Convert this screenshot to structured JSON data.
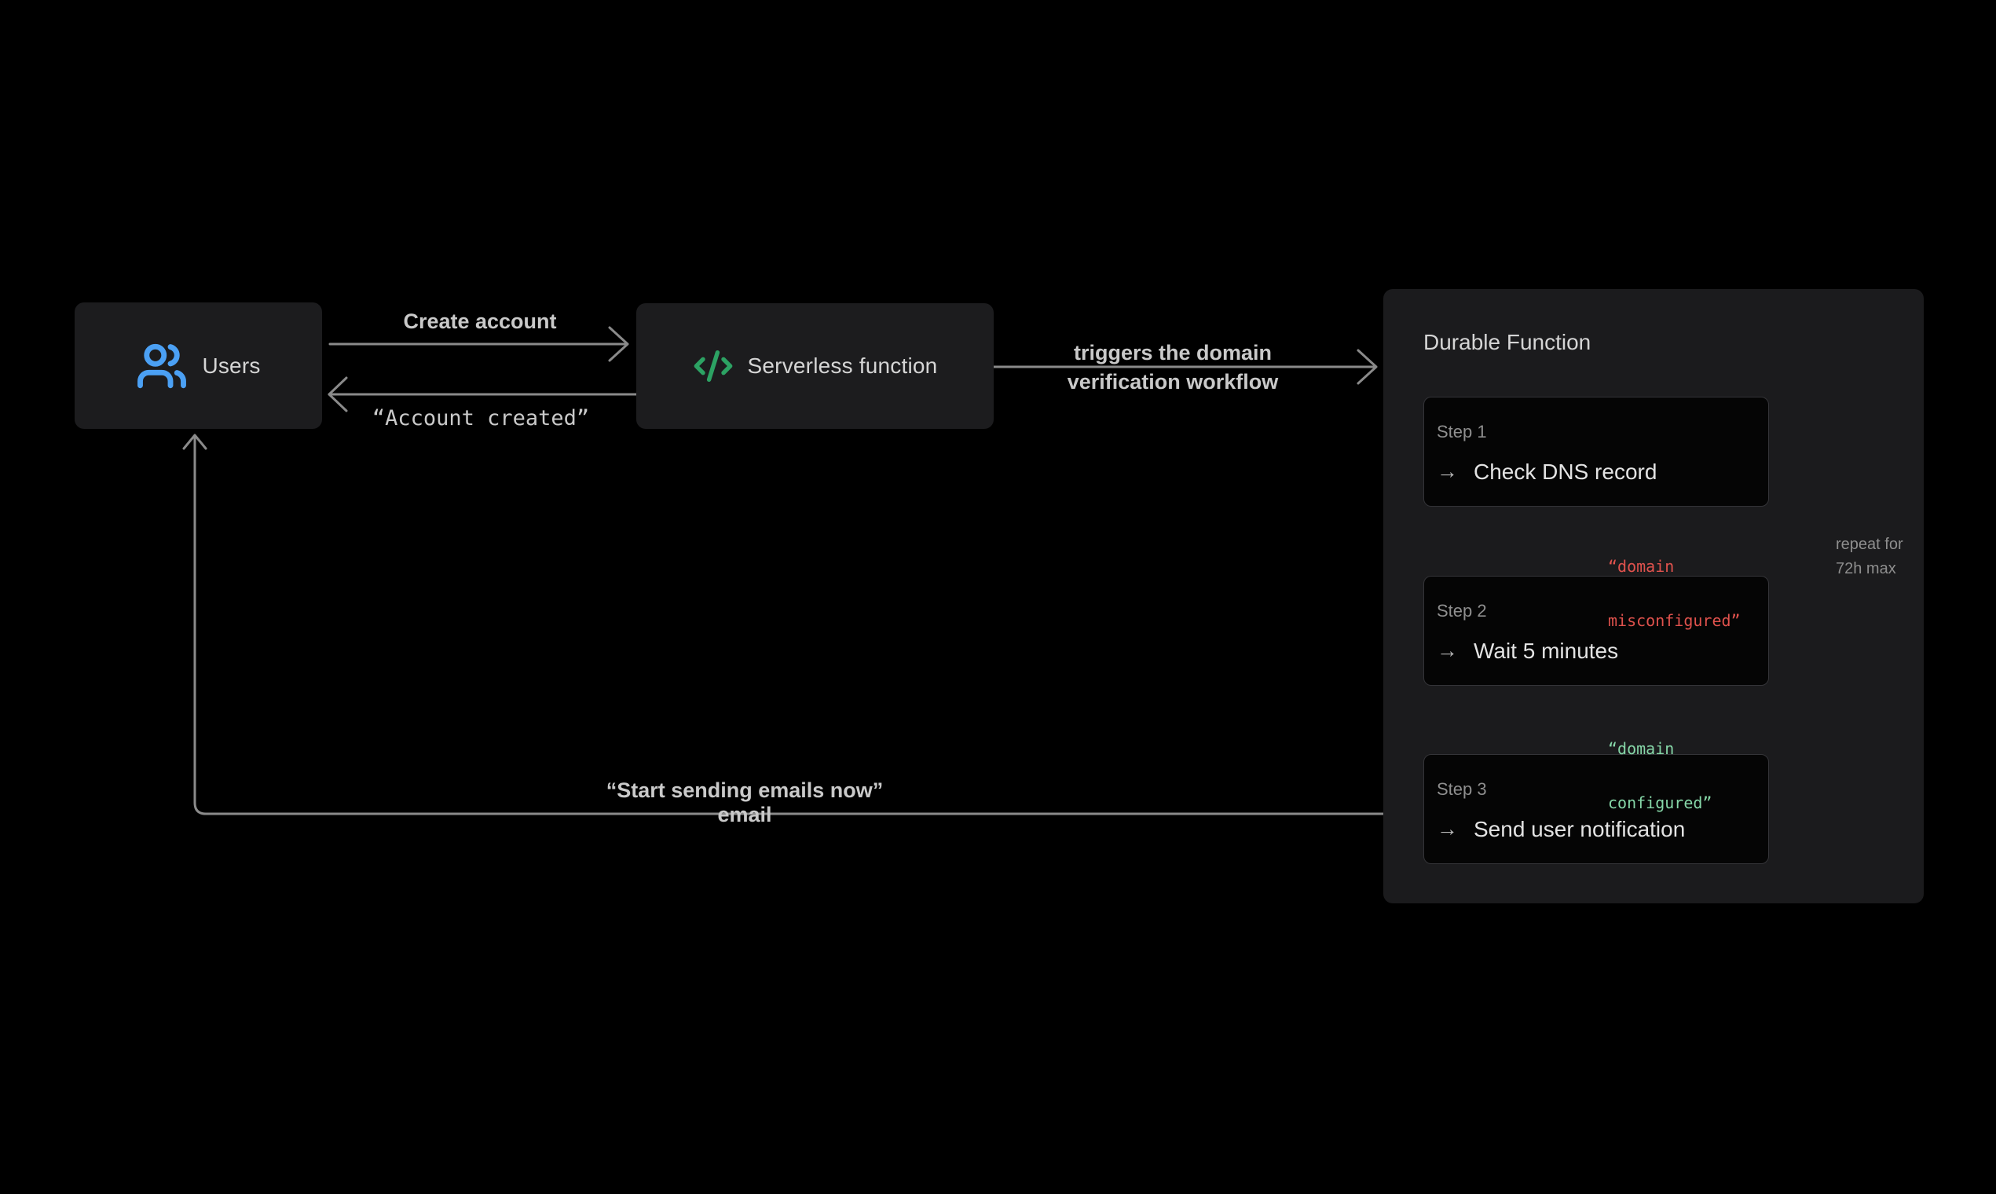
{
  "diagram": {
    "background": "#000000",
    "colors": {
      "node_bg": "#1c1c1e",
      "panel_bg": "#1b1b1d",
      "step_bg": "#050505",
      "line_gray": "#8a8a8a",
      "label_gray": "#c9c9c9",
      "muted_gray": "#8e8e8e",
      "accent_blue": "#4ba0f4",
      "accent_green": "#2ca263",
      "status_red": "#e0524d",
      "status_green": "#86d7a8"
    }
  },
  "icons": {
    "arrow_right": "→",
    "users_icon": "users-icon",
    "code_icon": "code-xml-icon"
  },
  "nodes": {
    "users": {
      "label": "Users"
    },
    "serverless": {
      "label": "Serverless function"
    }
  },
  "edges": {
    "create_account": {
      "label": "Create account"
    },
    "account_created": {
      "label": "“Account created”"
    },
    "triggers": {
      "line1": "triggers the domain",
      "line2": "verification workflow"
    },
    "misconfigured": {
      "line1": "“domain",
      "line2": "misconfigured”"
    },
    "configured": {
      "line1": "“domain",
      "line2": "configured”"
    },
    "repeat": {
      "line1": "repeat for",
      "line2": "72h max"
    },
    "start_emails": {
      "label": "“Start sending emails now” email"
    }
  },
  "panel": {
    "title": "Durable Function",
    "steps": [
      {
        "label": "Step 1",
        "title": "Check DNS record"
      },
      {
        "label": "Step 2",
        "title": "Wait 5 minutes"
      },
      {
        "label": "Step 3",
        "title": "Send user notification"
      }
    ]
  }
}
